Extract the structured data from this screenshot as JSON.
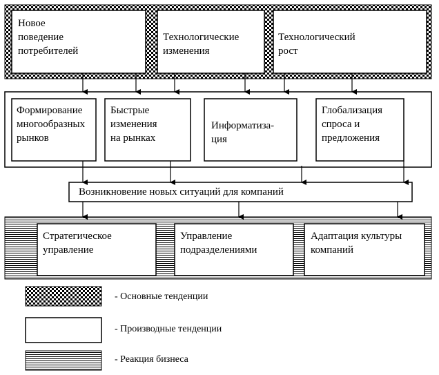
{
  "top_row": [
    {
      "id": "new-consumer-behavior",
      "text": "Новое\nповедение\nпотребителей"
    },
    {
      "id": "technological-changes",
      "text": "Технологические\nизменения"
    },
    {
      "id": "technological-growth",
      "text": "Технологический\nрост"
    }
  ],
  "middle_row": [
    {
      "id": "diverse-markets",
      "text": "Формирование\nмногообразных\nрынков"
    },
    {
      "id": "rapid-market-changes",
      "text": "Быстрые\nизменения\nна рынках"
    },
    {
      "id": "informatization",
      "text": "Информатиза-\nция"
    },
    {
      "id": "globalization",
      "text": "Глобализация\nспроса  и\nпредложения"
    }
  ],
  "new_situations": {
    "text": "Возникновение новых ситуаций для компаний"
  },
  "bottom_row": [
    {
      "id": "strategic-management",
      "text": "Стратегическое\nуправление"
    },
    {
      "id": "division-management",
      "text": "Управление\nподразделениями"
    },
    {
      "id": "culture-adaptation",
      "text": "Адаптация  культуры\nкомпаний"
    }
  ],
  "legend": [
    {
      "pattern": "checkered",
      "text": "- Основные тенденции"
    },
    {
      "pattern": "plain",
      "text": "- Производные тенденции"
    },
    {
      "pattern": "striped",
      "text": "- Реакция бизнеса"
    }
  ]
}
